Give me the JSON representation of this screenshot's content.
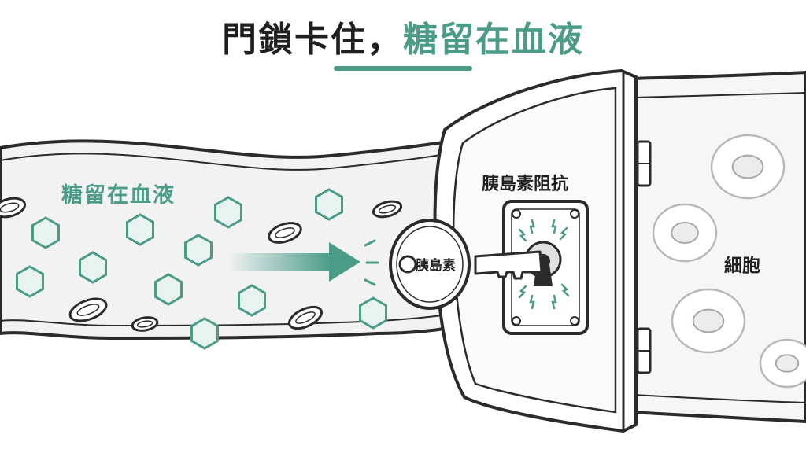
{
  "title": {
    "part1": "門鎖卡住，",
    "part2": "糖留在血液"
  },
  "labels": {
    "blood_vessel": "糖留在血液",
    "insulin_resistance": "胰島素阻抗",
    "key": "胰島素",
    "cell": "細胞"
  },
  "colors": {
    "accent": "#4a9c86",
    "text": "#1f1f1f",
    "outline": "#2b2b2b",
    "glucose_fill": "#e8f3ef",
    "cell_fill": "#ececec"
  },
  "icons": {
    "glucose": "hexagon-icon",
    "red_blood_cell": "disc-icon",
    "arrow": "right-arrow-icon",
    "key": "key-icon",
    "lock": "keyhole-icon",
    "door": "door-icon",
    "hinge": "hinge-icon"
  }
}
